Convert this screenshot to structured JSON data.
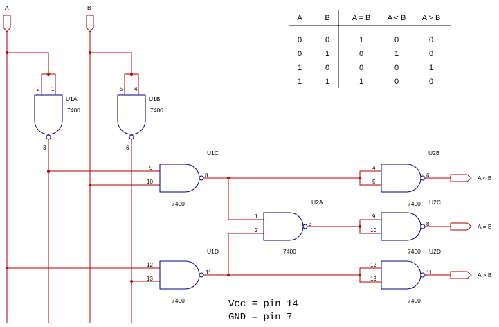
{
  "inputs": {
    "a": "A",
    "b": "B"
  },
  "outputs": {
    "lt": "A < B",
    "eq": "A = B",
    "gt": "A > B"
  },
  "gates": [
    {
      "ref": "U1A",
      "part": "7400",
      "pins": [
        "2",
        "1",
        "3"
      ]
    },
    {
      "ref": "U1B",
      "part": "7400",
      "pins": [
        "5",
        "4",
        "6"
      ]
    },
    {
      "ref": "U1C",
      "part": "7400",
      "pins": [
        "9",
        "10",
        "8"
      ]
    },
    {
      "ref": "U1D",
      "part": "7400",
      "pins": [
        "12",
        "13",
        "11"
      ]
    },
    {
      "ref": "U2A",
      "part": "7400",
      "pins": [
        "1",
        "2",
        "3"
      ]
    },
    {
      "ref": "U2B",
      "part": "7400",
      "pins": [
        "4",
        "5",
        "6"
      ]
    },
    {
      "ref": "U2C",
      "part": "7400",
      "pins": [
        "9",
        "10",
        "8"
      ]
    },
    {
      "ref": "U2D",
      "part": "7400",
      "pins": [
        "12",
        "13",
        "11"
      ]
    }
  ],
  "truth_table": {
    "headers": [
      "A",
      "B",
      "A = B",
      "A < B",
      "A > B"
    ],
    "rows": [
      [
        "0",
        "0",
        "1",
        "0",
        "0"
      ],
      [
        "0",
        "1",
        "0",
        "1",
        "0"
      ],
      [
        "1",
        "0",
        "0",
        "0",
        "1"
      ],
      [
        "1",
        "1",
        "1",
        "0",
        "0"
      ]
    ]
  },
  "notes": {
    "vcc": "Vcc = pin 14",
    "gnd": "GND = pin 7"
  },
  "colors": {
    "wire": "#b00000",
    "gate": "#000080"
  }
}
